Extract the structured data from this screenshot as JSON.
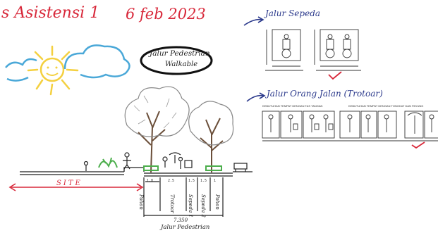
{
  "header": {
    "title": "s Asistensi 1",
    "date": "6 feb 2023"
  },
  "sketch": {
    "oval_line1": "Jalur Pedestrian",
    "oval_line2": "Walkable",
    "site_label": "SITE",
    "bottom_caption": "Jalur Pedestrian",
    "total_width": "7.350",
    "zones": [
      "Pohon",
      "Trotoar",
      "Sepeda 1",
      "Sepeda 2",
      "Pohon"
    ],
    "zone_widths": [
      "1.8",
      "2.5",
      "1.5",
      "1.5",
      "1"
    ]
  },
  "references": {
    "bike_heading": "Jalur Sepeda",
    "walk_heading": "Jalur Orang Jalan (Trotoar)",
    "walk_caption_left": "KEBUTUHAN TEMPAT DENGAN TAS TANGAN",
    "walk_caption_right": "KEBUTUHAN TEMPAT DENGAN TONGKAT DAN PAYUNG"
  },
  "colors": {
    "ink_red": "#d8283a",
    "ink_blue": "#2c3a8c",
    "sun_yellow": "#f4d03f",
    "cloud_blue": "#4aa8d8",
    "tree_green": "#4cae4c"
  }
}
